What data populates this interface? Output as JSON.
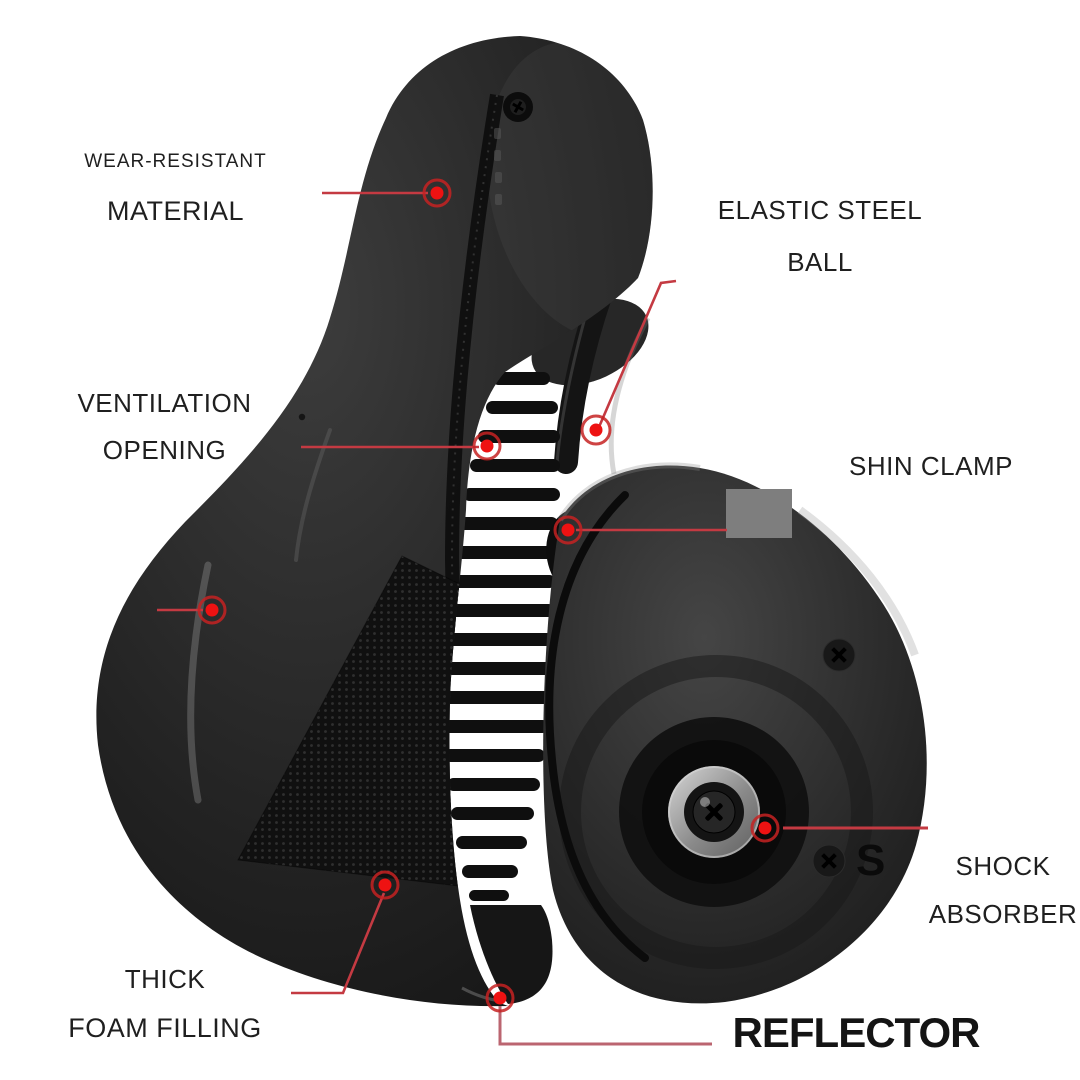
{
  "colors": {
    "background": "#ffffff",
    "saddle_dark": "#1d1d1d",
    "callout_line": "#c43a42",
    "callout_line_muted": "#bb6570",
    "marker_core": "#ee1212",
    "marker_ring": "#c52222",
    "label_text": "#1f1f1f",
    "gray_patch": "#7e7e7e"
  },
  "annotations": {
    "labels": {
      "wear": {
        "line1": "WEAR-RESISTANT",
        "line2": "MATERIAL"
      },
      "elastic": {
        "line1": "ELASTIC STEEL",
        "line2": "BALL"
      },
      "vent": {
        "line1": "VENTILATION",
        "line2": "OPENING"
      },
      "shin": {
        "line1": "SHIN CLAMP"
      },
      "shock": {
        "line1": "SHOCK",
        "line2": "ABSORBER"
      },
      "foam": {
        "line1": "THICK",
        "line2": "FOAM FILLING"
      },
      "reflector": {
        "line1": "REFLECTOR"
      }
    },
    "watermark_remnant": "S"
  }
}
